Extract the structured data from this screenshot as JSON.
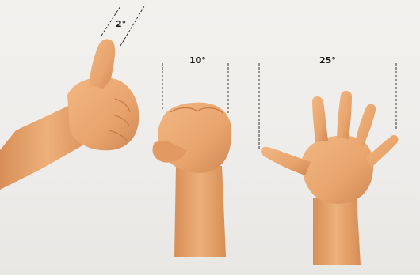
{
  "labels": {
    "thumb": "2°",
    "fist": "10°",
    "spread_hand": "25°"
  },
  "colors": {
    "background": "#f0eeeb",
    "skin": "#e8a46c",
    "skin_shadow": "#c97f4b",
    "guide_line": "#333333"
  }
}
